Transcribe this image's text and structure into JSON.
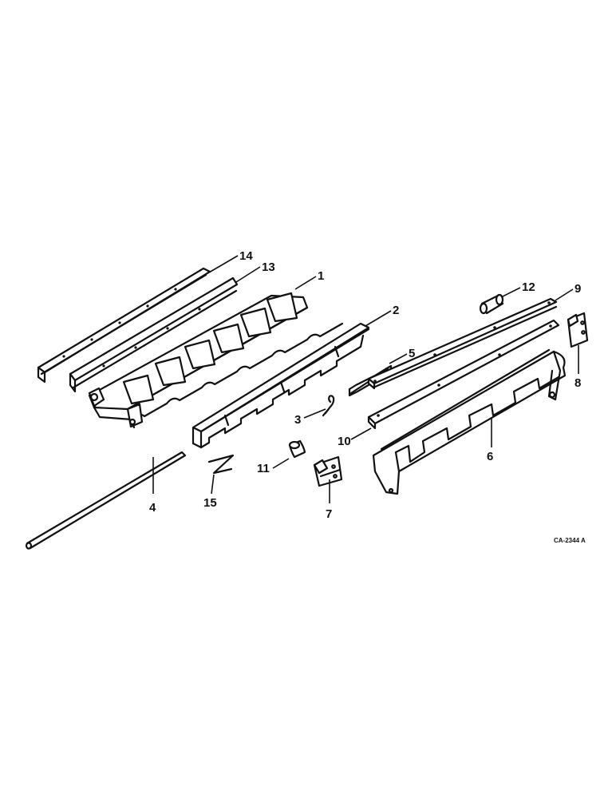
{
  "diagram": {
    "callouts": {
      "p1": "1",
      "p2": "2",
      "p3": "3",
      "p4": "4",
      "p5": "5",
      "p6": "6",
      "p7": "7",
      "p8": "8",
      "p9": "9",
      "p10": "10",
      "p11": "11",
      "p12": "12",
      "p13": "13",
      "p14": "14",
      "p15": "15"
    },
    "drawing_code": "CA-2344 A"
  }
}
